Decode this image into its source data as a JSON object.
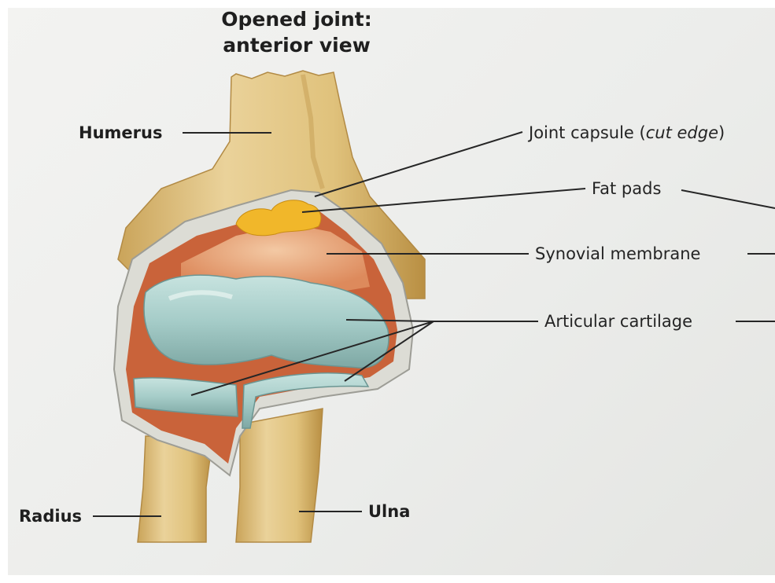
{
  "figure": {
    "title_line1": "Opened joint:",
    "title_line2": "anterior view"
  },
  "labels": {
    "humerus": "Humerus",
    "radius": "Radius",
    "ulna": "Ulna",
    "joint_capsule": "Joint capsule (",
    "joint_capsule_italic": "cut edge",
    "joint_capsule_close": ")",
    "fat_pads": "Fat pads",
    "synovial_membrane": "Synovial membrane",
    "articular_cartilage": "Articular cartilage"
  },
  "colors": {
    "bone": "#e2c47a",
    "bone_shadow": "#c39b4c",
    "cartilage": "#a9d0cc",
    "cartilage_dark": "#7fa9a6",
    "synovial": "#e9ac84",
    "synovial_dark": "#c7643d",
    "fat": "#f1b72a",
    "capsule": "#d8d8d2",
    "label_text": "#242424"
  }
}
